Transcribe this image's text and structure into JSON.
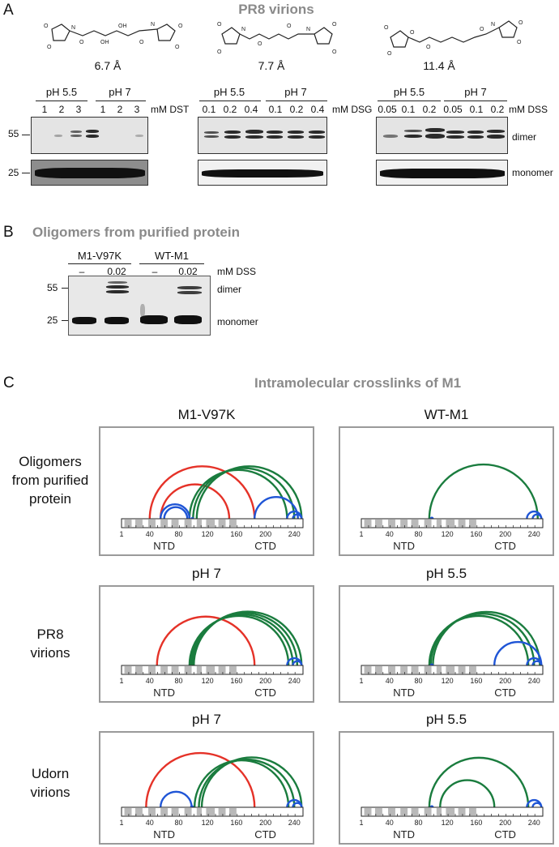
{
  "panel_a": {
    "letter": "A",
    "title": "PR8 virions",
    "groups": [
      {
        "distance": "6.7 Å",
        "ph_labels": [
          "pH 5.5",
          "pH 7"
        ],
        "lanes": [
          "1",
          "2",
          "3",
          "1",
          "2",
          "3"
        ],
        "reagent": "mM DST"
      },
      {
        "distance": "7.7 Å",
        "ph_labels": [
          "pH 5.5",
          "pH 7"
        ],
        "lanes": [
          "0.1",
          "0.2",
          "0.4",
          "0.1",
          "0.2",
          "0.4"
        ],
        "reagent": "mM DSG"
      },
      {
        "distance": "11.4 Å",
        "ph_labels": [
          "pH 5.5",
          "pH 7"
        ],
        "lanes": [
          "0.05",
          "0.1",
          "0.2",
          "0.05",
          "0.1",
          "0.2"
        ],
        "reagent": "mM DSS"
      }
    ],
    "marker_55": "55",
    "marker_25": "25",
    "dimer_label": "dimer",
    "monomer_label": "monomer"
  },
  "panel_b": {
    "letter": "B",
    "title": "Oligomers from purified protein",
    "sample1": "M1-V97K",
    "sample2": "WT-M1",
    "lanes": [
      "–",
      "0.02",
      "–",
      "0.02"
    ],
    "reagent": "mM DSS",
    "marker_55": "55",
    "marker_25": "25",
    "dimer_label": "dimer",
    "monomer_label": "monomer"
  },
  "panel_c": {
    "letter": "C",
    "title": "Intramolecular crosslinks of M1",
    "row_labels": [
      "Oligomers\nfrom purified\nprotein",
      "PR8\nvirions",
      "Udorn\nvirions"
    ],
    "conditions": [
      "M1-V97K",
      "WT-M1",
      "pH 7",
      "pH 5.5",
      "pH 7",
      "pH 5.5"
    ],
    "axis_ticks": [
      "1",
      "40",
      "80",
      "120",
      "160",
      "200",
      "240"
    ],
    "domains": [
      "NTD",
      "CTD"
    ]
  },
  "colors": {
    "red": "#e53228",
    "green": "#1a7c3e",
    "blue": "#1f55d6",
    "helix": "#b9b9b9",
    "frame": "#9a9a9a"
  }
}
